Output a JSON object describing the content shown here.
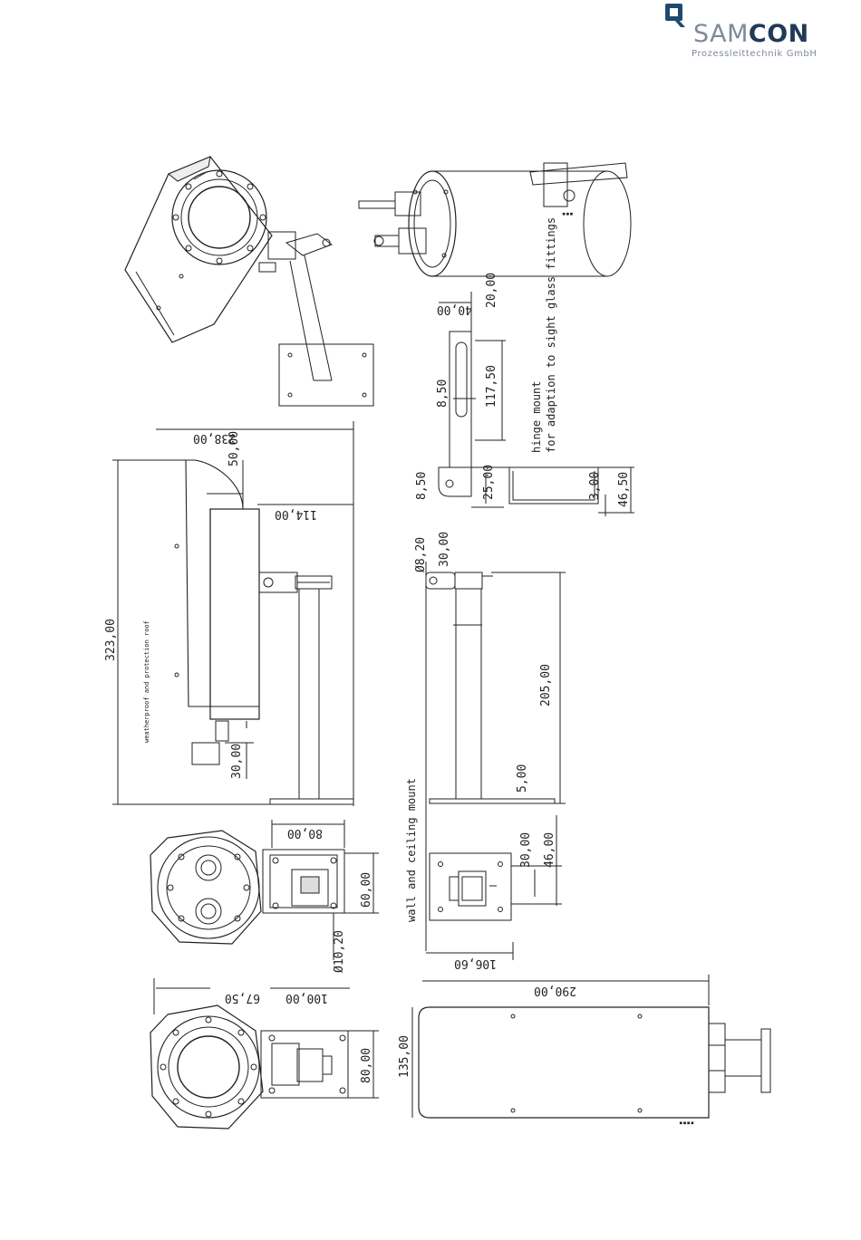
{
  "logo": {
    "brand_part1": "SAM",
    "brand_part2": "CON",
    "subtitle": "Prozessleittechnik GmbH",
    "brand_color": "#1f3b57",
    "accent_color": "#7f8a99",
    "mark_color": "#1f4a6e",
    "icon": "samcon-q-mark-icon"
  },
  "notes": {
    "hinge_line1": "hinge mount",
    "hinge_line2": "for adaption to sight glass fittings",
    "weather_roof": "weatherproof and protection roof",
    "wall_ceiling": "wall and ceiling mount"
  },
  "dims": {
    "d238": "238,00",
    "d50": "50,00",
    "d114": "114,00",
    "d323": "323,00",
    "d30a": "30,00",
    "d40": "40,00",
    "d20": "20,00",
    "d8_50a": "8,50",
    "d117_50": "117,50",
    "d8_50b": "8,50",
    "d25": "25,00",
    "d3": "3,00",
    "d46_50": "46,50",
    "d8_20": "Ø8,20",
    "d30b": "30,00",
    "d205": "205,00",
    "d5": "5,00",
    "d30c": "30,00",
    "d46": "46,00",
    "d106_60": "106,60",
    "d80a": "80,00",
    "d60": "60,00",
    "d10_20": "Ø10,20",
    "d100": "100,00",
    "d67_50": "67,50",
    "d80b": "80,00",
    "d290": "290,00",
    "d135": "135,00"
  }
}
